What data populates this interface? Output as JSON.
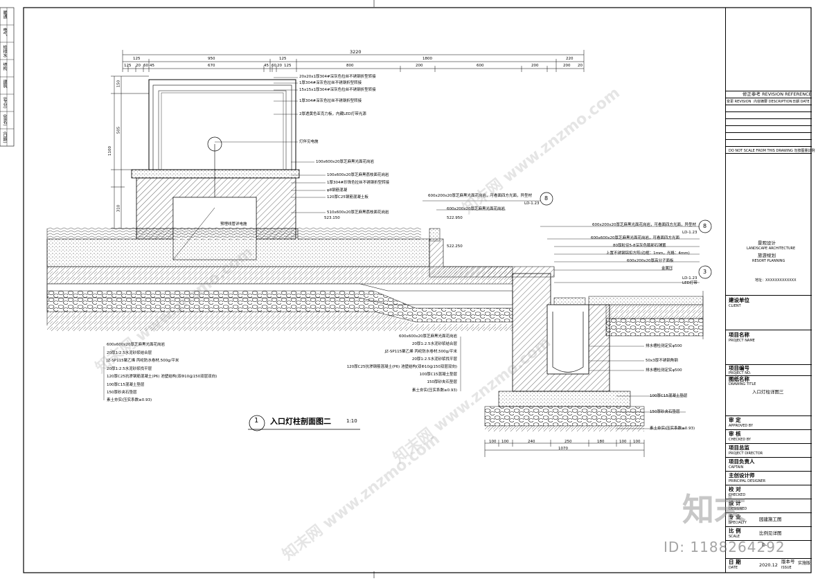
{
  "left_column": [
    "暖通",
    "电气",
    "给排水",
    "结构",
    "建筑",
    "(专业)",
    "(签名)",
    "(日期)"
  ],
  "dimensions_top": {
    "total": "3220",
    "row1": [
      "125",
      "950",
      "125",
      "1800",
      "220"
    ],
    "row2": [
      "125",
      "20",
      "60",
      "45",
      "670",
      "45",
      "60",
      "20",
      "125",
      "800",
      "200",
      "600",
      "200",
      "200",
      "20"
    ]
  },
  "dim_left": [
    "150",
    "505",
    "1100",
    "310"
  ],
  "callouts_top": [
    "20x20x1厚304#深灰色拉丝不锈钢折型转接",
    "1厚304#深灰色拉丝不锈钢折型转接",
    "15x15x1厚304#深灰色拉丝不锈钢折型转接",
    "1厚304#深灰色拉丝不锈钢折型转接",
    "2厚透黄色亚克力板，内藏LED灯带光源",
    "灯伴见电施",
    "100x600x20厚芝麻黑光面花岗岩",
    "100x600x20厚芝麻黑荔枝面花岗岩",
    "1厚304#珍珠色拉丝不锈钢折型转接",
    "φ8钢筋混凝",
    "120厚C25钢筋混凝土板",
    "510x600x20厚芝麻黑荔枝面花岗岩"
  ],
  "callout_pipe": "预埋线管详电施",
  "elevations": [
    "523.150",
    "522.950",
    "522.250"
  ],
  "callouts_right_mid": [
    "600x200x20厚芝麻黑光面花岗岩，可看面四方光面，异型材",
    "LD-1.23",
    "600x200x20厚芝麻黑光面花岗岩"
  ],
  "callouts_right": [
    "600x200x20厚芝麻黑光面花岗岩，可看面四方光面，异型材",
    "LD-1.23",
    "600x600x20厚芝麻黑光面花岗岩，可看面四方光面",
    "80厚粒径5-8深灰色鹅卵石铺置",
    "上置不锈钢铝扣方阵(边框：1mm，光格：4mm)",
    "600x200x20厚高分子面板",
    "金属压",
    "LD-1.23",
    "LED灯带"
  ],
  "callouts_channel": [
    "排水槽检测定实φ500",
    "50x3厚不锈钢角钢",
    "排水槽检测定实φ500"
  ],
  "callouts_bottom_left": [
    "600x600x20厚芝麻黑光面花岗岩",
    "20厚1:2.5水泥砂浆结合层",
    "JZ-SP115聚乙烯 丙纶防水卷材,500g/平米",
    "20厚1:2.5水泥砂浆找平层",
    "120厚C25抗渗钢筋混凝土(P6) 池壁结构(双Φ10@150双层双向)",
    "100厚C15混凝土垫层",
    "150厚砂夹石垫层",
    "素土夯实(压实系数≥0.93)"
  ],
  "callouts_bottom_mid": [
    "600x600x20厚芝麻黑光面花岗岩",
    "20厚1:2.5水泥砂浆结合层",
    "JZ-SP115聚乙烯 丙纶防水卷材,500g/平米",
    "20厚1:2.5水泥砂浆找平层",
    "120厚C25抗渗钢筋混凝土(P6) 池壁结构(双Φ10@150双层双向)",
    "100厚C15混凝土垫层",
    "150厚砂夹石垫层",
    "素土夯实(压实系数≥0.93)"
  ],
  "callouts_bottom_right": [
    "100厚C15混凝土垫层",
    "150厚砂夹石垫层",
    "素土夯实(压实系数≥0.93)"
  ],
  "dims_bottom": [
    "100",
    "100",
    "240",
    "250",
    "180",
    "100",
    "100"
  ],
  "dim_bottom_total": "1070",
  "markers": {
    "m8a": "8",
    "m8b": "8",
    "m3": "3",
    "title_num": "1"
  },
  "drawing_title": "入口灯柱剖面图二",
  "drawing_scale": "1:10",
  "title_block": {
    "revision_header": "修正参考  REVISION REFERENCE",
    "revision_cols": [
      "变更 REVISION",
      "内容摘要 DESCRIPTION",
      "日期 DATE"
    ],
    "no_scale": "DO NOT SCALE FROM THIS DRAWING  勿按图量比例",
    "company_cn": "景观设计",
    "company_en": "LANDSCAPE ARCHITECTURE",
    "company_cn2": "旅游规划",
    "company_en2": "RESORT PLANNING",
    "address": "地址：XXXXXXXXXXXXX",
    "client_cn": "建设单位",
    "client_en": "CLIENT",
    "project_name_cn": "项目名称",
    "project_name_en": "PROJECT NAME",
    "project_no_cn": "项目编号",
    "project_no_en": "PROJECT NO.",
    "drawing_title_cn": "图纸名称",
    "drawing_title_en": "DRAWING TITLE",
    "drawing_title_val": "入口灯柱详图三",
    "roles": [
      {
        "cn": "审  定",
        "en": "APPROVED BY"
      },
      {
        "cn": "审  核",
        "en": "CHECKED BY"
      },
      {
        "cn": "项目总监",
        "en": "PROJECT DIRECTOR"
      },
      {
        "cn": "项目负责人",
        "en": "CAPTAIN"
      },
      {
        "cn": "主创设计师",
        "en": "PRINCIPAL DESIGNER"
      },
      {
        "cn": "校  对",
        "en": "CHECKED"
      },
      {
        "cn": "设  计",
        "en": "DESIGNED"
      }
    ],
    "specialty_cn": "专  业",
    "specialty_en": "SPECIALTY",
    "specialty_val": "园建施工图",
    "scale_cn": "比  例",
    "scale_en": "SCALE",
    "scale_val": "比例见详图",
    "date_cn": "日  期",
    "date_en": "DATE",
    "date_val": "2020.12",
    "issue_cn": "版本号",
    "issue_en": "ISSUE",
    "issue_val": "实施版",
    "drawing_no": "D-"
  },
  "watermark": "知末网 www.znzmo.com",
  "logo": "知末",
  "id_text": "ID: 1188264292"
}
